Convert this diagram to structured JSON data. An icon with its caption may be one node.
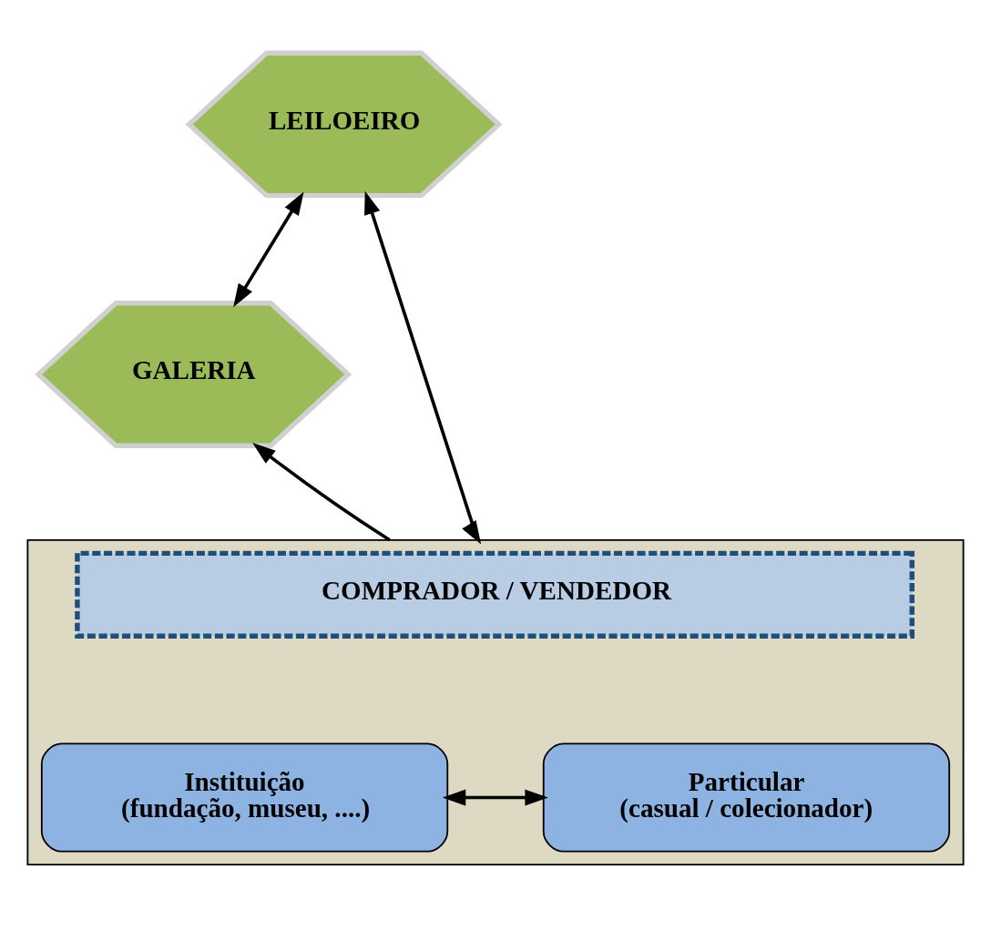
{
  "diagram": {
    "nodes": [
      {
        "text": [
          "LEILOEIRO"
        ]
      },
      {
        "text": [
          "GALERIA"
        ]
      },
      {
        "text": [],
        "shape": "box"
      },
      {
        "text": [
          "COMPRADOR / VENDEDOR"
        ],
        "in": 2
      },
      {
        "text": [
          "Instituição",
          "(fundação, museu, ....)"
        ],
        "in": 2
      },
      {
        "text": [
          "Particular",
          "(casual / colecionador)"
        ],
        "in": 2
      }
    ],
    "edges": [
      {
        "from": 0,
        "to": 2,
        "arrow": "both"
      },
      {
        "from": 0,
        "to": 1,
        "arrow": "both"
      },
      {
        "from": 2,
        "to": 1,
        "arrow": "to"
      },
      {
        "from": 4,
        "to": 5,
        "arrow": "both"
      }
    ]
  }
}
